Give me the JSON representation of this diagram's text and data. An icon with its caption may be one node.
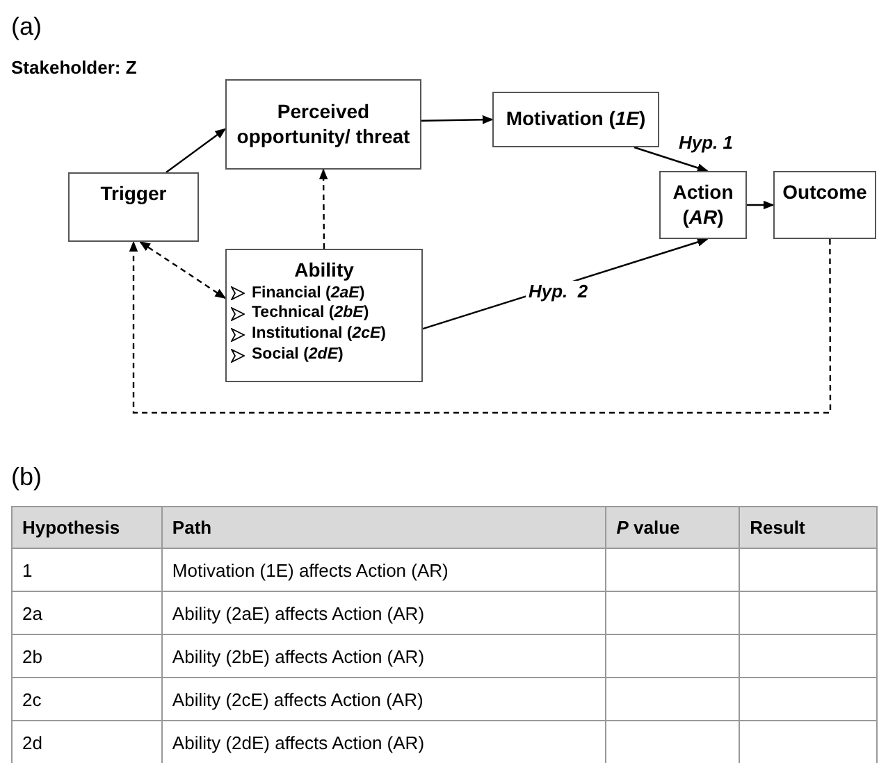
{
  "diagram": {
    "nodes": [
      {
        "text": [
          "Perceived opportunity/ threat"
        ]
      },
      {
        "text": [
          "Motivation (*1E*)"
        ]
      },
      {
        "text": [
          "Trigger"
        ]
      },
      {
        "text": [
          "Action (*AR*)"
        ]
      },
      {
        "text": [
          "Outcome"
        ]
      },
      {
        "text": [
          "Ability",
          "Financial (*2aE*)",
          "Technical (*2bE*)",
          "Institutional (*2cE*)",
          "Social (*2dE*)"
        ]
      }
    ],
    "edges": [
      {
        "from": 2,
        "to": 0,
        "arrow": "to"
      },
      {
        "from": 0,
        "to": 1,
        "arrow": "to"
      },
      {
        "from": 1,
        "to": 3,
        "arrow": "to",
        "label": "Hyp. 1"
      },
      {
        "from": 5,
        "to": 0,
        "arrow": "to",
        "style": "dashed"
      },
      {
        "from": 2,
        "to": 5,
        "arrow": "both",
        "style": "dashed"
      },
      {
        "from": 5,
        "to": 3,
        "arrow": "to",
        "label": "Hyp.  2"
      },
      {
        "from": 3,
        "to": 4,
        "arrow": "to"
      },
      {
        "from": 4,
        "to": 2,
        "arrow": "to",
        "style": "dashed"
      }
    ],
    "labels": [
      "(a)",
      "Stakeholder: Z",
      "(b)",
      "Hypothesis",
      "Path",
      "*P* value",
      "Result",
      "1",
      "Motivation (1E) affects Action (AR)",
      "2a",
      "Ability (2aE) affects Action (AR)",
      "2b",
      "Ability (2bE) affects Action (AR)",
      "2c",
      "Ability (2cE) affects Action (AR)",
      "2d",
      "Ability (2dE) affects Action (AR)"
    ]
  }
}
